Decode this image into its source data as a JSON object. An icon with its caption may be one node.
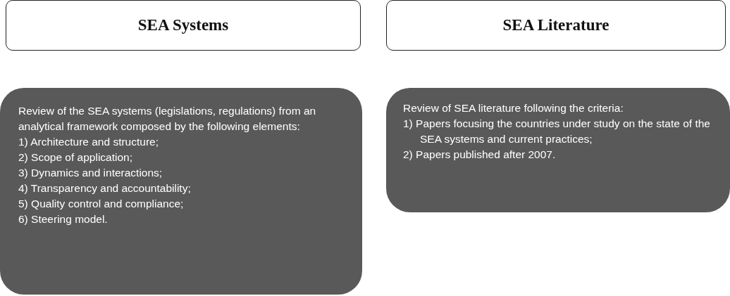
{
  "diagram": {
    "nodes": [
      {
        "text": [
          "SEA Systems"
        ]
      },
      {
        "text": [
          "SEA Literature"
        ]
      },
      {
        "text": [
          "Review of the SEA systems (legislations, regulations) from an analytical framework composed by the following elements:",
          "1) Architecture and structure;",
          "2) Scope of application;",
          "3) Dynamics and interactions;",
          "4) Transparency and accountability;",
          "5) Quality control and compliance;",
          "6) Steering model."
        ]
      },
      {
        "text": [
          "Review of SEA literature following the criteria:",
          "1) Papers focusing the countries under study on the state of the SEA systems and current practices;",
          "2) Papers published after 2007."
        ]
      }
    ]
  }
}
